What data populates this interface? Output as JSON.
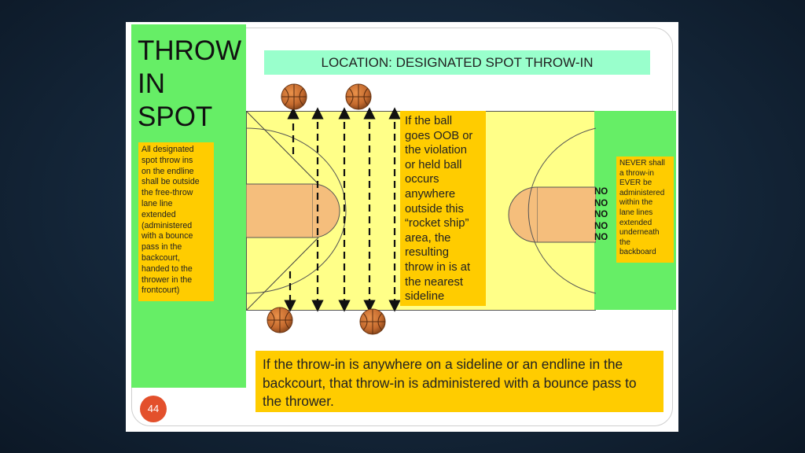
{
  "title": "THROW\nIN\nSPOT",
  "header": "LOCATION:  DESIGNATED SPOT THROW-IN",
  "left_note": "All designated\nspot throw ins\non the endline\nshall be outside\nthe free-throw\nlane line\nextended\n(administered\nwith a bounce\npass in the\nbackcourt,\nhanded to the\nthrower in the\nfrontcourt)",
  "middle_note": "If the ball\ngoes OOB or\nthe violation\nor held ball\noccurs\nanywhere\noutside this\n“rocket ship”\narea, the\nresulting\nthrow in is at\nthe nearest\nsideline",
  "right_note": "NEVER shall\na throw-in\nEVER be\nadministered\nwithin the\nlane lines\nextended\nunderneath\nthe\nbackboard",
  "no_labels": "NO\nNO\nNO\nNO\nNO",
  "bottom_note": "If the throw-in is anywhere on a sideline or an endline in the backcourt, that throw-in is administered with a bounce pass to the thrower.",
  "page_number": "44",
  "colors": {
    "green_panel": "#66ee66",
    "yellow_note": "#ffcc00",
    "header_bar": "#99ffcc",
    "court": "#ffff88",
    "key": "#f5be7c",
    "page_circle": "#e3502c",
    "ball": "#c46a2e"
  },
  "icons": [
    "basketball-icon",
    "arrow-up-icon",
    "arrow-down-icon"
  ]
}
